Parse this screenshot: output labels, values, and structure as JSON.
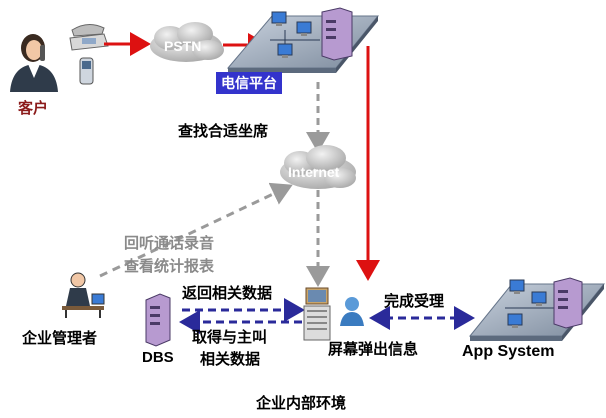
{
  "labels": {
    "customer": "客户",
    "pstn": "PSTN",
    "telecom_platform": "电信平台",
    "find_agent": "查找合适坐席",
    "internet": "Internet",
    "playback_line1": "回听通话录音",
    "playback_line2": "查看统计报表",
    "enterprise_manager": "企业管理者",
    "return_data": "返回相关数据",
    "dbs": "DBS",
    "fetch_line1": "取得与主叫",
    "fetch_line2": "相关数据",
    "screen_popup": "屏幕弹出信息",
    "complete_accept": "完成受理",
    "app_system": "App System",
    "enterprise_env": "企业内部环境"
  },
  "colors": {
    "red_arrow": "#dd1111",
    "gray_arrow": "#9a9a9a",
    "blue_arrow": "#2a2a9a",
    "telecom_label_bg": "#3333cc",
    "platform_panel": "#8a98aa"
  },
  "icons": {
    "customer": "person-with-phone-icon",
    "telephone": "desk-phone-icon",
    "mobile": "mobile-phone-icon",
    "cloud": "cloud-icon",
    "server": "server-tower-icon",
    "workstation": "workstation-icon",
    "manager": "person-at-desk-icon",
    "agent": "agent-person-icon"
  }
}
